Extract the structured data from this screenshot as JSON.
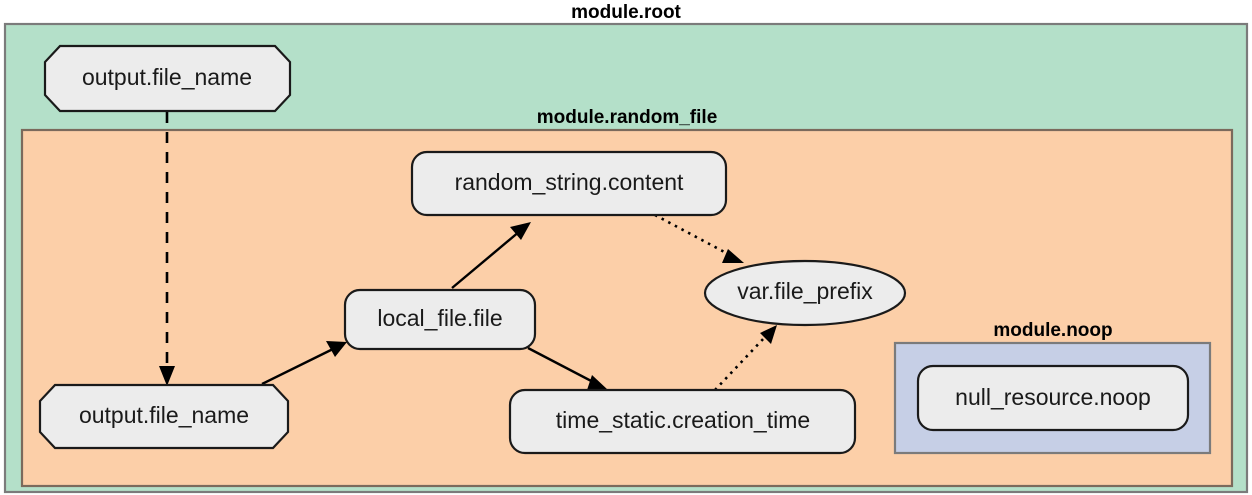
{
  "diagram": {
    "title": "module.root",
    "type": "terraform-dependency-graph",
    "clusters": [
      {
        "id": "root",
        "label": "module.root",
        "fill": "#b4e0c9",
        "stroke": "#7b7b7b"
      },
      {
        "id": "random_file",
        "label": "module.random_file",
        "fill": "#fccfa8",
        "stroke": "#7b6a5c"
      },
      {
        "id": "noop",
        "label": "module.noop",
        "fill": "#c6cfe6",
        "stroke": "#7b7b7b"
      }
    ],
    "nodes": [
      {
        "id": "root_output_file_name",
        "label": "output.file_name",
        "shape": "octagon",
        "cluster": "root"
      },
      {
        "id": "random_string_content",
        "label": "random_string.content",
        "shape": "rounded-rect",
        "cluster": "random_file"
      },
      {
        "id": "var_file_prefix",
        "label": "var.file_prefix",
        "shape": "ellipse",
        "cluster": "random_file"
      },
      {
        "id": "local_file_file",
        "label": "local_file.file",
        "shape": "rounded-rect",
        "cluster": "random_file"
      },
      {
        "id": "time_static_creation_time",
        "label": "time_static.creation_time",
        "shape": "rounded-rect",
        "cluster": "random_file"
      },
      {
        "id": "module_output_file_name",
        "label": "output.file_name",
        "shape": "octagon",
        "cluster": "random_file"
      },
      {
        "id": "null_resource_noop",
        "label": "null_resource.noop",
        "shape": "rounded-rect",
        "cluster": "noop"
      }
    ],
    "edges": [
      {
        "from": "root_output_file_name",
        "to": "module_output_file_name",
        "style": "dashed",
        "arrow": true
      },
      {
        "from": "module_output_file_name",
        "to": "local_file_file",
        "style": "solid",
        "arrow": true
      },
      {
        "from": "local_file_file",
        "to": "random_string_content",
        "style": "solid",
        "arrow": true
      },
      {
        "from": "local_file_file",
        "to": "time_static_creation_time",
        "style": "solid",
        "arrow": true
      },
      {
        "from": "random_string_content",
        "to": "var_file_prefix",
        "style": "dotted",
        "arrow": true
      },
      {
        "from": "time_static_creation_time",
        "to": "var_file_prefix",
        "style": "dotted",
        "arrow": true
      }
    ],
    "colors": {
      "node_fill": "#ececec",
      "node_stroke": "#1a1a1a",
      "edge": "#000000",
      "background": "#ffffff"
    }
  }
}
